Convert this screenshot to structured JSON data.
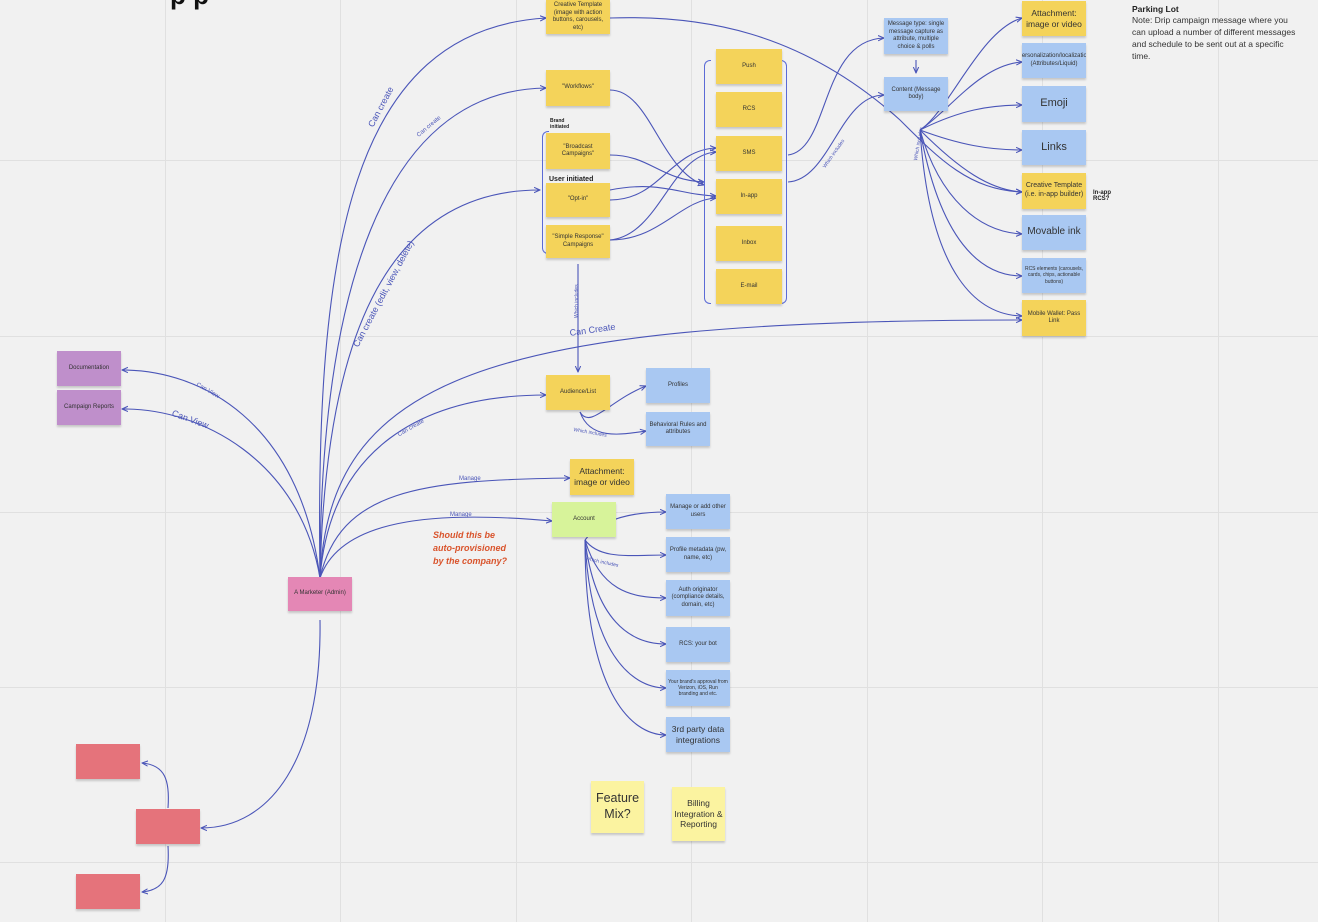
{
  "diagram": {
    "title_fragment": "p    p",
    "root": "A Marketer (Admin)",
    "top_yellow": {
      "creative_template": "Creative Template (image with action buttons, carousels, etc)",
      "workflows": "\"Workflows\"",
      "broadcast": "\"Broadcast Campaigns\"",
      "optin": "\"Opt-in\"",
      "simple_response": "\"Simple Response\" Campaigns"
    },
    "section_labels": {
      "brand_initiated": "Brand initiated",
      "user_initiated": "User initiated"
    },
    "channels": [
      "Push",
      "RCS",
      "SMS",
      "In-app",
      "Inbox",
      "E-mail"
    ],
    "message": {
      "message_type": "Message type: single message capture as attribute, multiple choice & polls",
      "content": "Content (Message body)"
    },
    "content_items": {
      "attachment": "Attachment: image or video",
      "personalization": "\"Personalization/localization\" (Attributes/Liquid)",
      "emoji": "Emoji",
      "links": "Links",
      "creative_template": "Creative Template (i.e. in-app builder)",
      "in_app_rcs": "In-app RCS?",
      "movable_ink": "Movable ink",
      "rcs_elements": "RCS elements (carousels, cards, chips, actionable buttons)",
      "mobile_wallet": "Mobile Wallet: Pass Link"
    },
    "audience": {
      "audience_list": "Audience/List",
      "profiles": "Profiles",
      "behavioral": "Behavioral Rules and attributes"
    },
    "attachment_manage": "Attachment: image or video",
    "account": {
      "account": "Account",
      "items": [
        "Manage or add other users",
        "Profile metadata (pw, name, etc)",
        "Auth originator (compliance details, domain, etc)",
        "RCS: your bot",
        "Your brand's approval from Verizon, iOS, Run branding and etc.",
        "3rd party data integrations"
      ]
    },
    "docs": {
      "documentation": "Documentation",
      "campaign_reports": "Campaign Reports"
    },
    "misc": {
      "feature_mix": "Feature Mix?",
      "billing": "Billing Integration & Reporting"
    },
    "red_question": "Should this be auto-provisioned by the company?",
    "edge_labels": {
      "can_create": "Can create",
      "can_create_small": "Can create",
      "can_create_edit": "Can create (edit, view, delete)",
      "can_create_cap": "Can Create",
      "can_create_audience": "Can create",
      "can_view_docs": "Can View",
      "can_view_reports": "Can View",
      "manage_attachment": "Manage",
      "manage_account": "Manage",
      "which_includes_1": "Which includes",
      "which_includes_2": "Which includes",
      "which_includes_3": "Which includes",
      "which_includes_4": "Which includes",
      "which_includes_5": "Which includes"
    },
    "parking_lot": {
      "title": "Parking Lot",
      "body": "Note: Drip campaign message where you can upload a number of different messages and schedule to be sent out at a specific time."
    },
    "colors": {
      "yellow": "#f4d35a",
      "blue": "#a9c8f2",
      "purple": "#bf8fcb",
      "pink": "#e487b5",
      "red": "#e5737b",
      "green": "#d7f39a",
      "cream": "#fbf3a0",
      "connector": "#4a55b8",
      "question": "#d9532b"
    }
  }
}
